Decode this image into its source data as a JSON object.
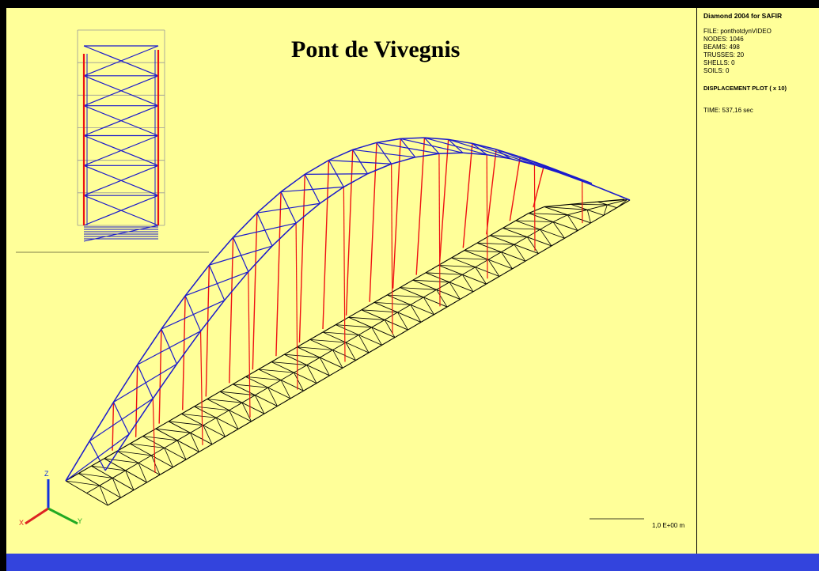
{
  "viewport": {
    "title": "Pont de Vivegnis",
    "scale_label": "1,0 E+00 m",
    "axes": {
      "x_label": "X",
      "y_label": "Y",
      "z_label": "Z"
    }
  },
  "info_panel": {
    "app_title": "Diamond 2004 for SAFIR",
    "file": "FILE: ponthotdynVIDEO",
    "nodes": "NODES: 1046",
    "beams": "BEAMS: 498",
    "trusses": "TRUSSES: 20",
    "shells": "SHELLS: 0",
    "soils": "SOILS: 0",
    "plot_type": "DISPLACEMENT PLOT ( x 10)",
    "time": "TIME: 537,16 sec"
  },
  "colors": {
    "background": "#ffff99",
    "frame": "#000000",
    "footer": "#3344dd",
    "arch": "#1a1acc",
    "hangers": "#ee1111",
    "deck": "#000000",
    "axis_x": "#dd2222",
    "axis_y": "#22aa22",
    "axis_z": "#1133dd"
  }
}
